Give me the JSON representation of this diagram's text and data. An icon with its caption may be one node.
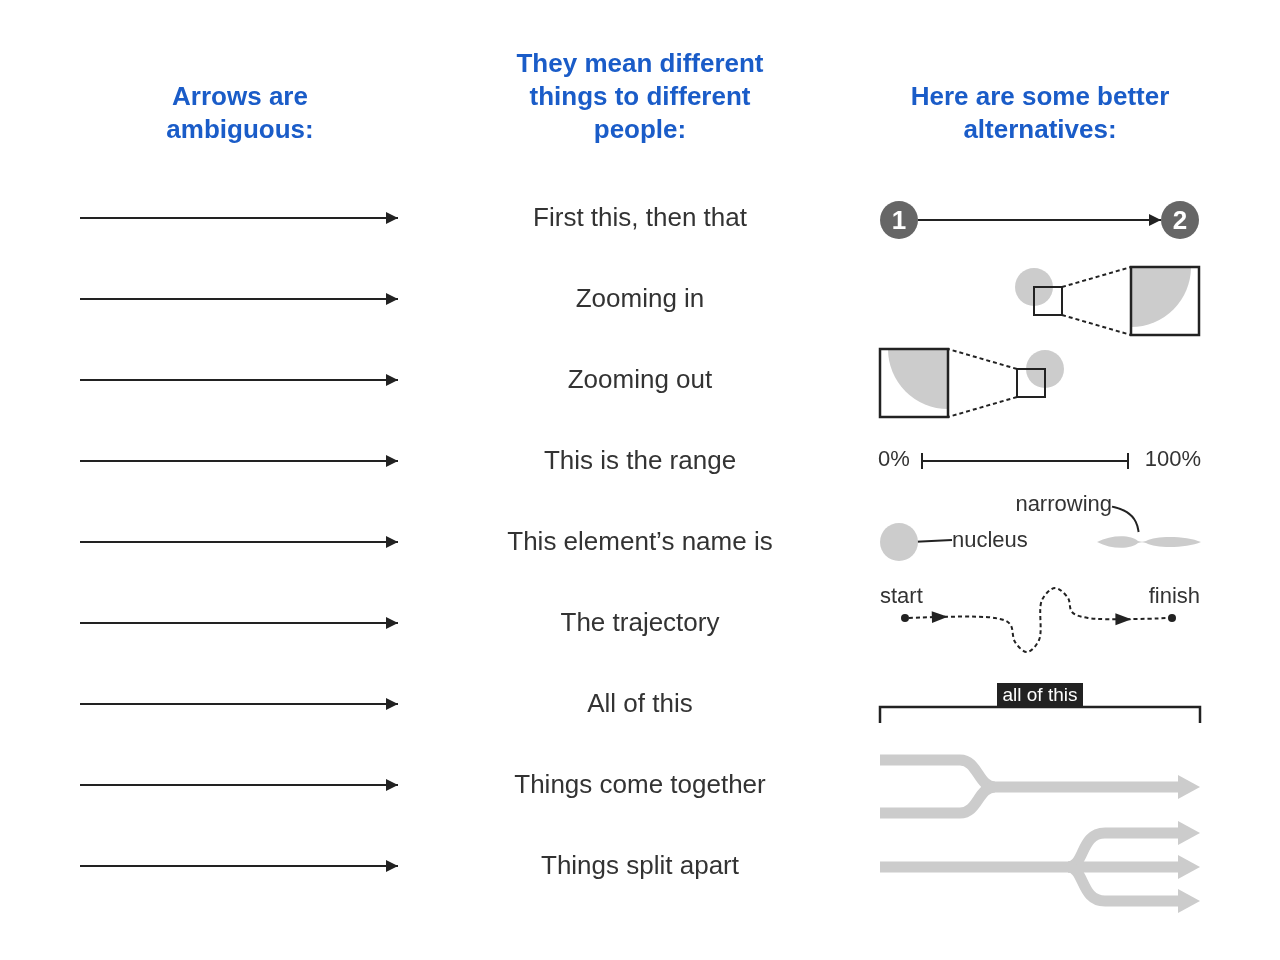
{
  "diagram": {
    "nodes": [
      {
        "text": [
          "1"
        ]
      },
      {
        "text": [
          "2"
        ]
      },
      {
        "text": [],
        "shape": "circle"
      },
      {
        "text": [
          "nucleus"
        ]
      },
      {
        "text": [
          "narrowing"
        ]
      },
      {
        "text": [],
        "shape": "picture"
      },
      {
        "text": [],
        "shape": "circle",
        "beside": [
          "start"
        ]
      },
      {
        "text": [],
        "shape": "circle",
        "beside": [
          "finish"
        ]
      }
    ],
    "edges": [
      {
        "from": 0,
        "to": 1,
        "arrow": "to"
      },
      {
        "from": 3,
        "to": 2,
        "arrow": "other"
      },
      {
        "from": 4,
        "to": 5,
        "arrow": "none"
      },
      {
        "from": 6,
        "to": 7,
        "arrow": "to",
        "style": "dashed"
      }
    ],
    "labels": [
      "Arrows are ambiguous:",
      "They mean different things to different people:",
      "Here are some better alternatives:",
      "First this, then that",
      "Zooming in",
      "Zooming out",
      "This is the range",
      "0%",
      "100%",
      "This element’s name is",
      "The trajectory",
      "All of this",
      "all of this",
      "Things come together",
      "Things split apart"
    ]
  }
}
